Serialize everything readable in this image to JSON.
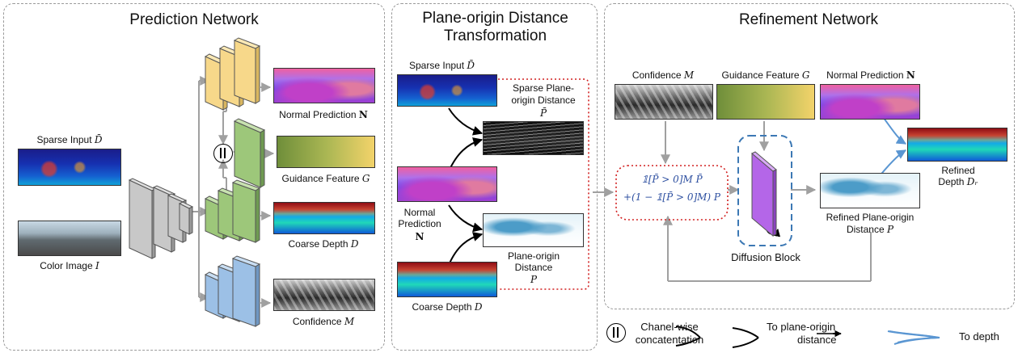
{
  "panels": {
    "prediction": {
      "title": "Prediction Network"
    },
    "transform": {
      "title_line1": "Plane-origin Distance",
      "title_line2": "Transformation"
    },
    "refinement": {
      "title": "Refinement Network"
    }
  },
  "prediction": {
    "sparse_input": "Sparse Input",
    "sparse_sym": "D̄",
    "color_image": "Color Image",
    "color_sym": "I",
    "normal_pred": "Normal Prediction",
    "normal_sym": "N",
    "guidance": "Guidance Feature",
    "guidance_sym": "G",
    "coarse": "Coarse Depth",
    "coarse_sym": "D",
    "confidence": "Confidence",
    "confidence_sym": "M"
  },
  "transform": {
    "sparse_input": "Sparse Input",
    "sparse_sym": "D̄",
    "sparse_plane_1": "Sparse Plane-",
    "sparse_plane_2": "origin Distance",
    "sparse_plane_sym": "P̄",
    "normal_1": "Normal",
    "normal_2": "Prediction",
    "normal_sym": "N",
    "plane_1": "Plane-origin",
    "plane_2": "Distance",
    "plane_sym": "P",
    "coarse": "Coarse Depth",
    "coarse_sym": "D"
  },
  "refinement": {
    "confidence": "Confidence",
    "confidence_sym": "M",
    "guidance": "Guidance Feature",
    "guidance_sym": "G",
    "normal": "Normal Prediction",
    "normal_sym": "N",
    "formula_line1": "𝟙[P̄ > 0]M P̄",
    "formula_line2": "+(1 − 𝟙[P̄ > 0]M) P",
    "diffusion": "Diffusion Block",
    "refined_plane_1": "Refined Plane-origin",
    "refined_plane_2": "Distance",
    "refined_plane_sym": "P",
    "refined_1": "Refined",
    "refined_2": "Depth",
    "refined_sym": "Dᵣ"
  },
  "legend": {
    "concat_1": "Chanel-wise",
    "concat_2": "concatentation",
    "plane_1": "To plane-origin",
    "plane_2": "distance",
    "depth": "To depth"
  },
  "colors": {
    "arrow_gray": "#a0a0a0",
    "arrow_black": "#000000",
    "arrow_blue": "#5a96d2",
    "red_dotted": "#d22020",
    "blue_dashed": "#3c78b4",
    "block_yellow": "#f7d88a",
    "block_green": "#9dc77a",
    "block_blue": "#9cc0e6",
    "block_gray": "#b4b4b4",
    "block_purple": "#b466e8"
  }
}
